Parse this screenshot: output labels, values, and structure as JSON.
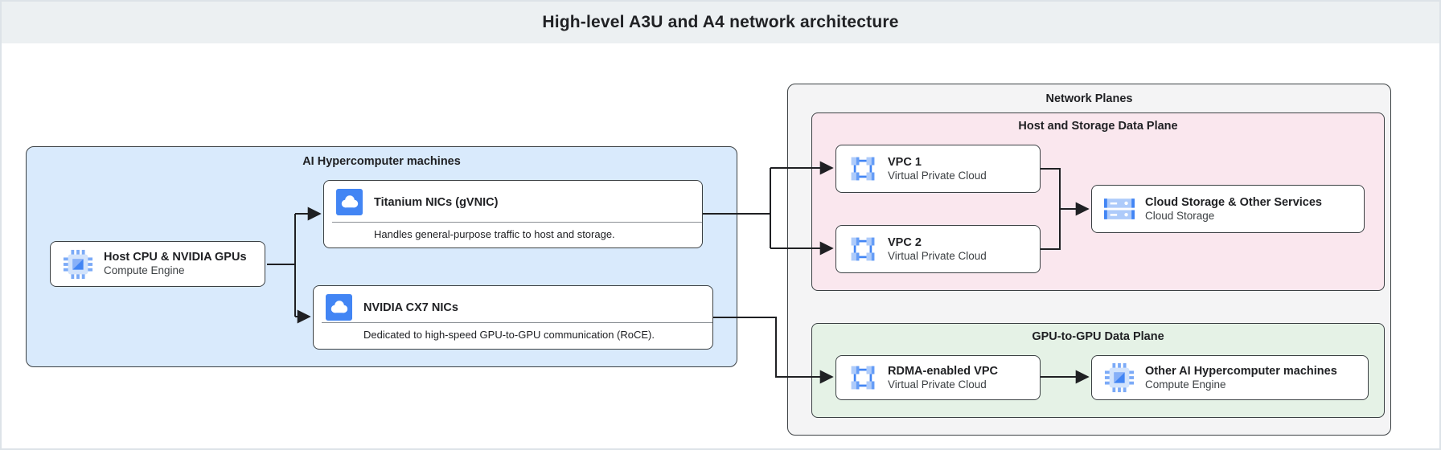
{
  "header": {
    "title": "High-level A3U and A4 network architecture"
  },
  "groups": {
    "ai_machines": {
      "title": "AI Hypercomputer machines"
    },
    "network_planes": {
      "title": "Network Planes"
    },
    "host_storage_plane": {
      "title": "Host and Storage Data Plane"
    },
    "gpu_plane": {
      "title": "GPU-to-GPU Data Plane"
    }
  },
  "nodes": {
    "host_cpu": {
      "title": "Host CPU & NVIDIA GPUs",
      "subtitle": "Compute Engine",
      "icon": "compute-engine-icon"
    },
    "titanium_nics": {
      "title": "Titanium NICs (gVNIC)",
      "description": "Handles general-purpose traffic to host and storage.",
      "icon": "cloud-nic-icon"
    },
    "cx7_nics": {
      "title": "NVIDIA CX7 NICs",
      "description": "Dedicated to high-speed GPU-to-GPU communication (RoCE).",
      "icon": "cloud-nic-icon"
    },
    "vpc1": {
      "title": "VPC 1",
      "subtitle": "Virtual Private Cloud",
      "icon": "vpc-icon"
    },
    "vpc2": {
      "title": "VPC 2",
      "subtitle": "Virtual Private Cloud",
      "icon": "vpc-icon"
    },
    "cloud_storage": {
      "title": "Cloud Storage & Other Services",
      "subtitle": "Cloud Storage",
      "icon": "cloud-storage-icon"
    },
    "rdma_vpc": {
      "title": "RDMA-enabled VPC",
      "subtitle": "Virtual Private Cloud",
      "icon": "vpc-icon"
    },
    "other_machines": {
      "title": "Other AI Hypercomputer machines",
      "subtitle": "Compute Engine",
      "icon": "compute-engine-icon"
    }
  },
  "colors": {
    "header_bg": "#ecf0f2",
    "blue_group": "#d9eafc",
    "gray_group": "#f4f4f5",
    "pink_group": "#fae7ee",
    "green_group": "#e5f2e6",
    "box_border": "#3b4043",
    "connector": "#1f2023",
    "icon_blue": "#4285f4",
    "icon_blue_mid": "#669df6",
    "icon_blue_light": "#aecbfa"
  }
}
